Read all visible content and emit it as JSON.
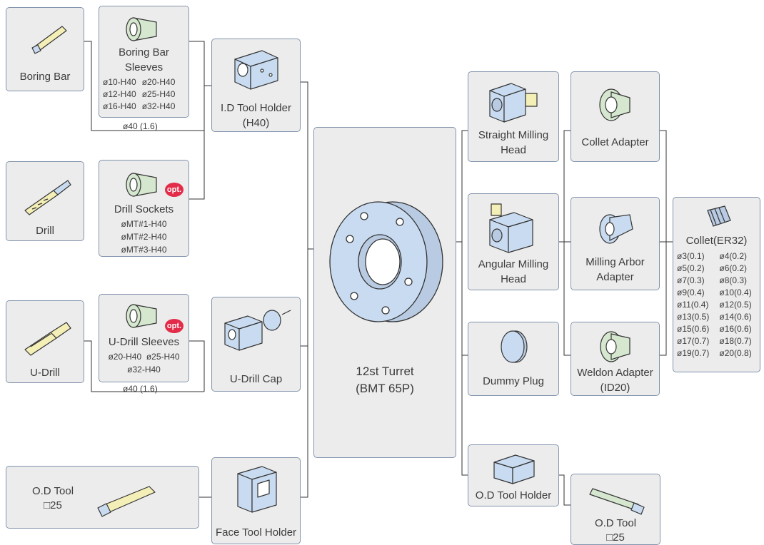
{
  "boxes": {
    "boring_bar": {
      "label": "Boring Bar"
    },
    "boring_bar_sleeves": {
      "label": "Boring Bar Sleeves",
      "sizes": [
        "ø10-H40",
        "ø20-H40",
        "ø12-H40",
        "ø25-H40",
        "ø16-H40",
        "ø32-H40"
      ]
    },
    "boring_extra": "ø40 (1.6)",
    "id_tool_holder": {
      "label": "I.D Tool Holder (H40)"
    },
    "drill": {
      "label": "Drill"
    },
    "drill_sockets": {
      "label": "Drill Sockets",
      "badge": "opt.",
      "sizes": [
        "øMT#1-H40",
        "øMT#2-H40",
        "øMT#3-H40"
      ]
    },
    "u_drill": {
      "label": "U-Drill"
    },
    "u_drill_sleeves": {
      "label": "U-Drill Sleeves",
      "badge": "opt.",
      "sizes": [
        "ø20-H40",
        "ø25-H40",
        "ø32-H40"
      ]
    },
    "udrill_extra": "ø40 (1.6)",
    "u_drill_cap": {
      "label": "U-Drill Cap"
    },
    "od_tool_left": {
      "label": "O.D Tool",
      "size": "□25"
    },
    "face_tool_holder": {
      "label": "Face Tool Holder"
    },
    "turret": {
      "line1": "12st Turret",
      "line2": "(BMT 65P)"
    },
    "straight_milling_head": {
      "label": "Straight Milling Head"
    },
    "angular_milling_head": {
      "label": "Angular Milling Head"
    },
    "dummy_plug": {
      "label": "Dummy Plug"
    },
    "od_tool_holder": {
      "label": "O.D Tool Holder"
    },
    "od_tool_right": {
      "label": "O.D Tool",
      "size": "□25"
    },
    "collet_adapter": {
      "label": "Collet Adapter"
    },
    "milling_arbor_adapter": {
      "label": "Milling Arbor Adapter"
    },
    "weldon_adapter": {
      "label": "Weldon Adapter (ID20)"
    },
    "collet": {
      "label": "Collet(ER32)",
      "sizes": [
        "ø3(0.1)",
        "ø4(0.2)",
        "ø5(0.2)",
        "ø6(0.2)",
        "ø7(0.3)",
        "ø8(0.3)",
        "ø9(0.4)",
        "ø10(0.4)",
        "ø11(0.4)",
        "ø12(0.5)",
        "ø13(0.5)",
        "ø14(0.6)",
        "ø15(0.6)",
        "ø16(0.6)",
        "ø17(0.7)",
        "ø18(0.7)",
        "ø19(0.7)",
        "ø20(0.8)"
      ]
    }
  },
  "colors": {
    "box_fill": "#ececec",
    "box_border": "#8294ae",
    "line": "#333333",
    "icon_fill": "#c9dbf0",
    "icon_green": "#d5e7cf",
    "icon_yellow": "#f3efb6",
    "badge": "#e32b4a"
  }
}
